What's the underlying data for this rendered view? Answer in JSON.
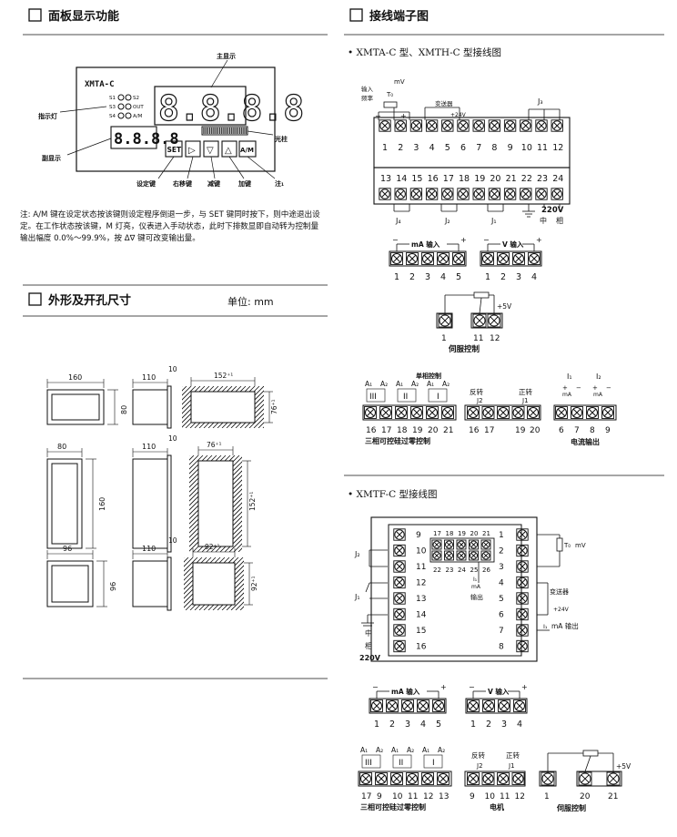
{
  "sections": {
    "panel_title": "面板显示功能",
    "dim_title": "外形及开孔尺寸",
    "wiring_title": "接线端子图"
  },
  "panel": {
    "model": "XMTA-C",
    "main_display": "8.8.8.8",
    "sub_display": "8.8.8.8",
    "indicators": [
      "S1",
      "S2",
      "S3",
      "OUT",
      "S4",
      "A/M"
    ],
    "keys": [
      "SET",
      "▷",
      "▽",
      "△",
      "A/M"
    ],
    "labels": {
      "main_display": "主显示",
      "indicator": "指示灯",
      "sub_display": "副显示",
      "bar": "光柱",
      "set_key": "设定键",
      "shift_key": "右移键",
      "dec_key": "减键",
      "inc_key": "加键",
      "note": "注₁"
    }
  },
  "note_text": "注: A/M 键在设定状态按该键则设定程序倒退一步，与 SET 键同时按下，则中途退出设定。在工作状态按该键，M 灯亮，仪表进入手动状态，此时下排数显即自动转为控制量输出幅度 0.0%～99.9%，按 Δ∇ 键可改变输出量。",
  "unit": "单位: mm",
  "dimensions": {
    "row1": {
      "front_w": "160",
      "front_h": "80",
      "depth": "110",
      "thick": "10",
      "cut_w": "152⁺¹",
      "cut_h": "76⁺¹"
    },
    "row2": {
      "front_w": "80",
      "front_h": "160",
      "depth": "110",
      "thick": "10",
      "cut_w": "76⁺¹",
      "cut_h": "152⁺¹"
    },
    "row3": {
      "front_w": "96",
      "front_h": "96",
      "depth": "110",
      "thick": "10",
      "cut_w": "92⁺¹",
      "cut_h": "92⁺¹"
    }
  },
  "wiring_a": {
    "title": "• XMTA-C 型、XMTH-C 型接线图",
    "top_terminals": [
      "1",
      "2",
      "3",
      "4",
      "5",
      "6",
      "7",
      "8",
      "9",
      "10",
      "11",
      "12"
    ],
    "bottom_terminals": [
      "13",
      "14",
      "15",
      "16",
      "17",
      "18",
      "19",
      "20",
      "21",
      "22",
      "23",
      "24"
    ],
    "labels": {
      "input": "输入",
      "freq": "频率",
      "mv": "mV",
      "t0": "T₀",
      "transmitter": "变送器",
      "plus24": "+24V",
      "j3": "J₃",
      "j4": "J₄",
      "j2": "J₂",
      "j1": "J₁",
      "v220": "220V",
      "zhong": "中",
      "xiang": "相"
    },
    "ma_input": {
      "label": "mA 输入",
      "terms": [
        "1",
        "2",
        "3",
        "4",
        "5"
      ]
    },
    "v_input": {
      "label": "V 输入",
      "terms": [
        "1",
        "2",
        "3",
        "4"
      ]
    },
    "servo": {
      "terms": [
        "1",
        "11",
        "12"
      ],
      "plus5": "+5V",
      "label": "伺服控制"
    },
    "scr": {
      "label": "三相可控硅过零控制",
      "single": "单相控制",
      "a_labels": [
        "A₁",
        "A₂",
        "A₁",
        "A₂",
        "A₁",
        "A₂"
      ],
      "phases": [
        "III",
        "II",
        "I"
      ],
      "terms": [
        "16",
        "17",
        "18",
        "19",
        "20",
        "21"
      ]
    },
    "motor": {
      "rev": "反转",
      "fwd": "正转",
      "j2": "J2",
      "j1": "J1",
      "terms": [
        "16",
        "17",
        "19",
        "20"
      ]
    },
    "current": {
      "label": "电流输出",
      "i1": "I₁",
      "i2": "I₂",
      "ma": "mA",
      "terms": [
        "6",
        "7",
        "8",
        "9"
      ]
    }
  },
  "wiring_f": {
    "title": "• XMTF-C 型接线图",
    "left_terms": [
      "9",
      "10",
      "11",
      "12",
      "13",
      "14",
      "15",
      "16"
    ],
    "right_terms": [
      "1",
      "2",
      "3",
      "4",
      "5",
      "6",
      "7",
      "8"
    ],
    "upper_grid": [
      "17",
      "18",
      "19",
      "20",
      "21"
    ],
    "lower_grid": [
      "22",
      "23",
      "24",
      "25",
      "26"
    ],
    "labels": {
      "j2": "J₂",
      "j1": "J₁",
      "zhong": "中",
      "xiang": "相",
      "v220": "220V",
      "t0": "T₀",
      "mv": "mV",
      "transmitter": "变送器",
      "plus24": "+24V",
      "i1": "I₁",
      "ma_out": "mA 输出",
      "i_small": "I₁",
      "ma_small": "mA",
      "out": "输出"
    },
    "ma_input": {
      "label": "mA 输入",
      "terms": [
        "1",
        "2",
        "3",
        "4",
        "5"
      ]
    },
    "v_input": {
      "label": "V 输入",
      "terms": [
        "1",
        "2",
        "3",
        "4"
      ]
    },
    "scr": {
      "label": "三相可控硅过零控制",
      "a_labels": [
        "A₁",
        "A₂",
        "A₁",
        "A₂",
        "A₁",
        "A₂"
      ],
      "phases": [
        "III",
        "II",
        "I"
      ],
      "terms": [
        "17",
        "9",
        "10",
        "11",
        "12",
        "13"
      ]
    },
    "motor": {
      "rev": "反转",
      "fwd": "正转",
      "j2": "J2",
      "j1": "J1",
      "terms": [
        "9",
        "10",
        "11",
        "12"
      ],
      "label": "电机"
    },
    "servo": {
      "terms": [
        "1",
        "20",
        "21"
      ],
      "plus5": "+5V",
      "label": "伺服控制"
    }
  }
}
